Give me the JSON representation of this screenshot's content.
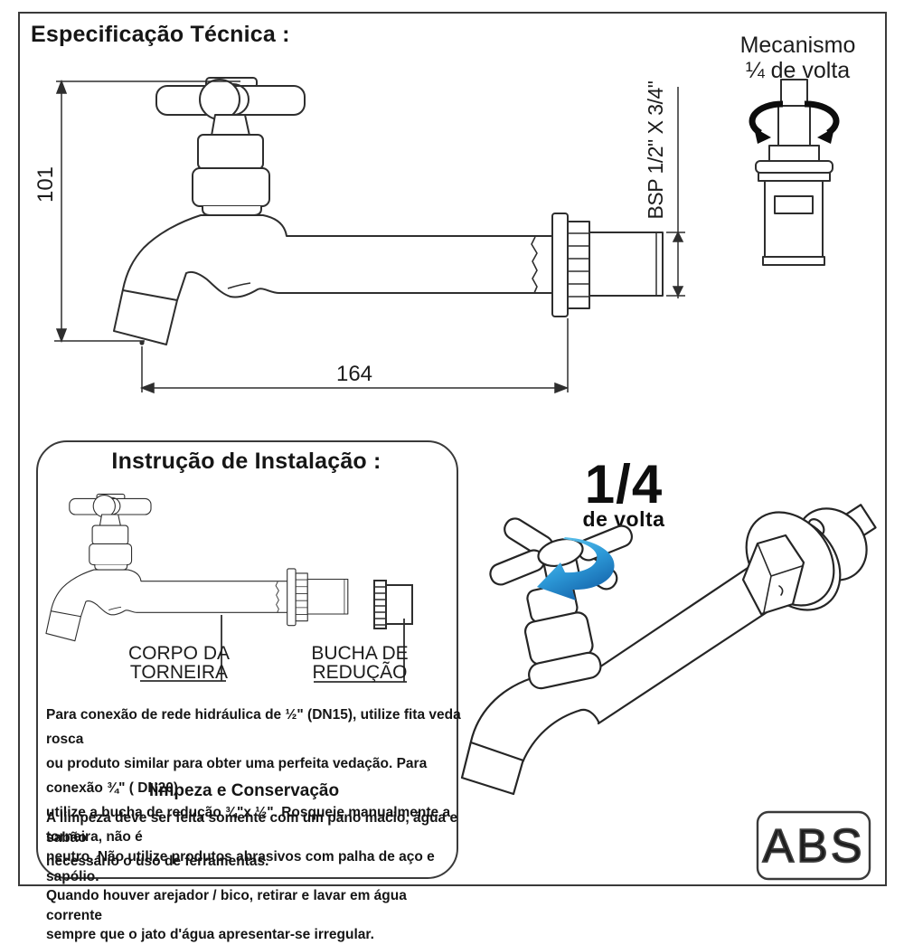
{
  "page": {
    "background": "#ffffff",
    "line_color": "#2e2e2e",
    "accent_blue": "#2a8fd0"
  },
  "spec_section": {
    "title": "Especificação Técnica :",
    "dimensions": {
      "height_mm": "101",
      "length_mm": "164",
      "thread_spec": "BSP 1/2\" X 3/4\""
    },
    "mechanism": {
      "line1": "Mecanismo",
      "line2": "¼ de volta"
    }
  },
  "install_section": {
    "title": "Instrução de Instalação :",
    "labels": {
      "body_line1": "CORPO DA",
      "body_line2": "TORNEIRA",
      "bushing_line1": "BUCHA DE",
      "bushing_line2": "REDUÇÃO"
    },
    "paragraph1": [
      "Para conexão de rede hidráulica de ½\" (DN15), utilize fita veda rosca",
      "ou produto similar para obter uma perfeita vedação. Para conexão ¾\" ( DN20)",
      "utilize a bucha de redução ¾\"x ½\".  Rosqueie manualmente a torneira, não é",
      "necessário o uso de ferramentas."
    ],
    "care_title": "limpeza e Conservação",
    "paragraph2": [
      "A limpeza deve ser feita somente com um pano macio, água e sabão",
      "neutro. Não utilize produtos  abrasivos com palha de aço e sapólio.",
      "Quando houver arejador / bico, retirar e lavar em água corrente",
      "sempre que o jato d'água apresentar-se irregular."
    ]
  },
  "quarter_turn": {
    "big": "1/4",
    "small": "de volta"
  },
  "badge": {
    "text": "ABS"
  }
}
